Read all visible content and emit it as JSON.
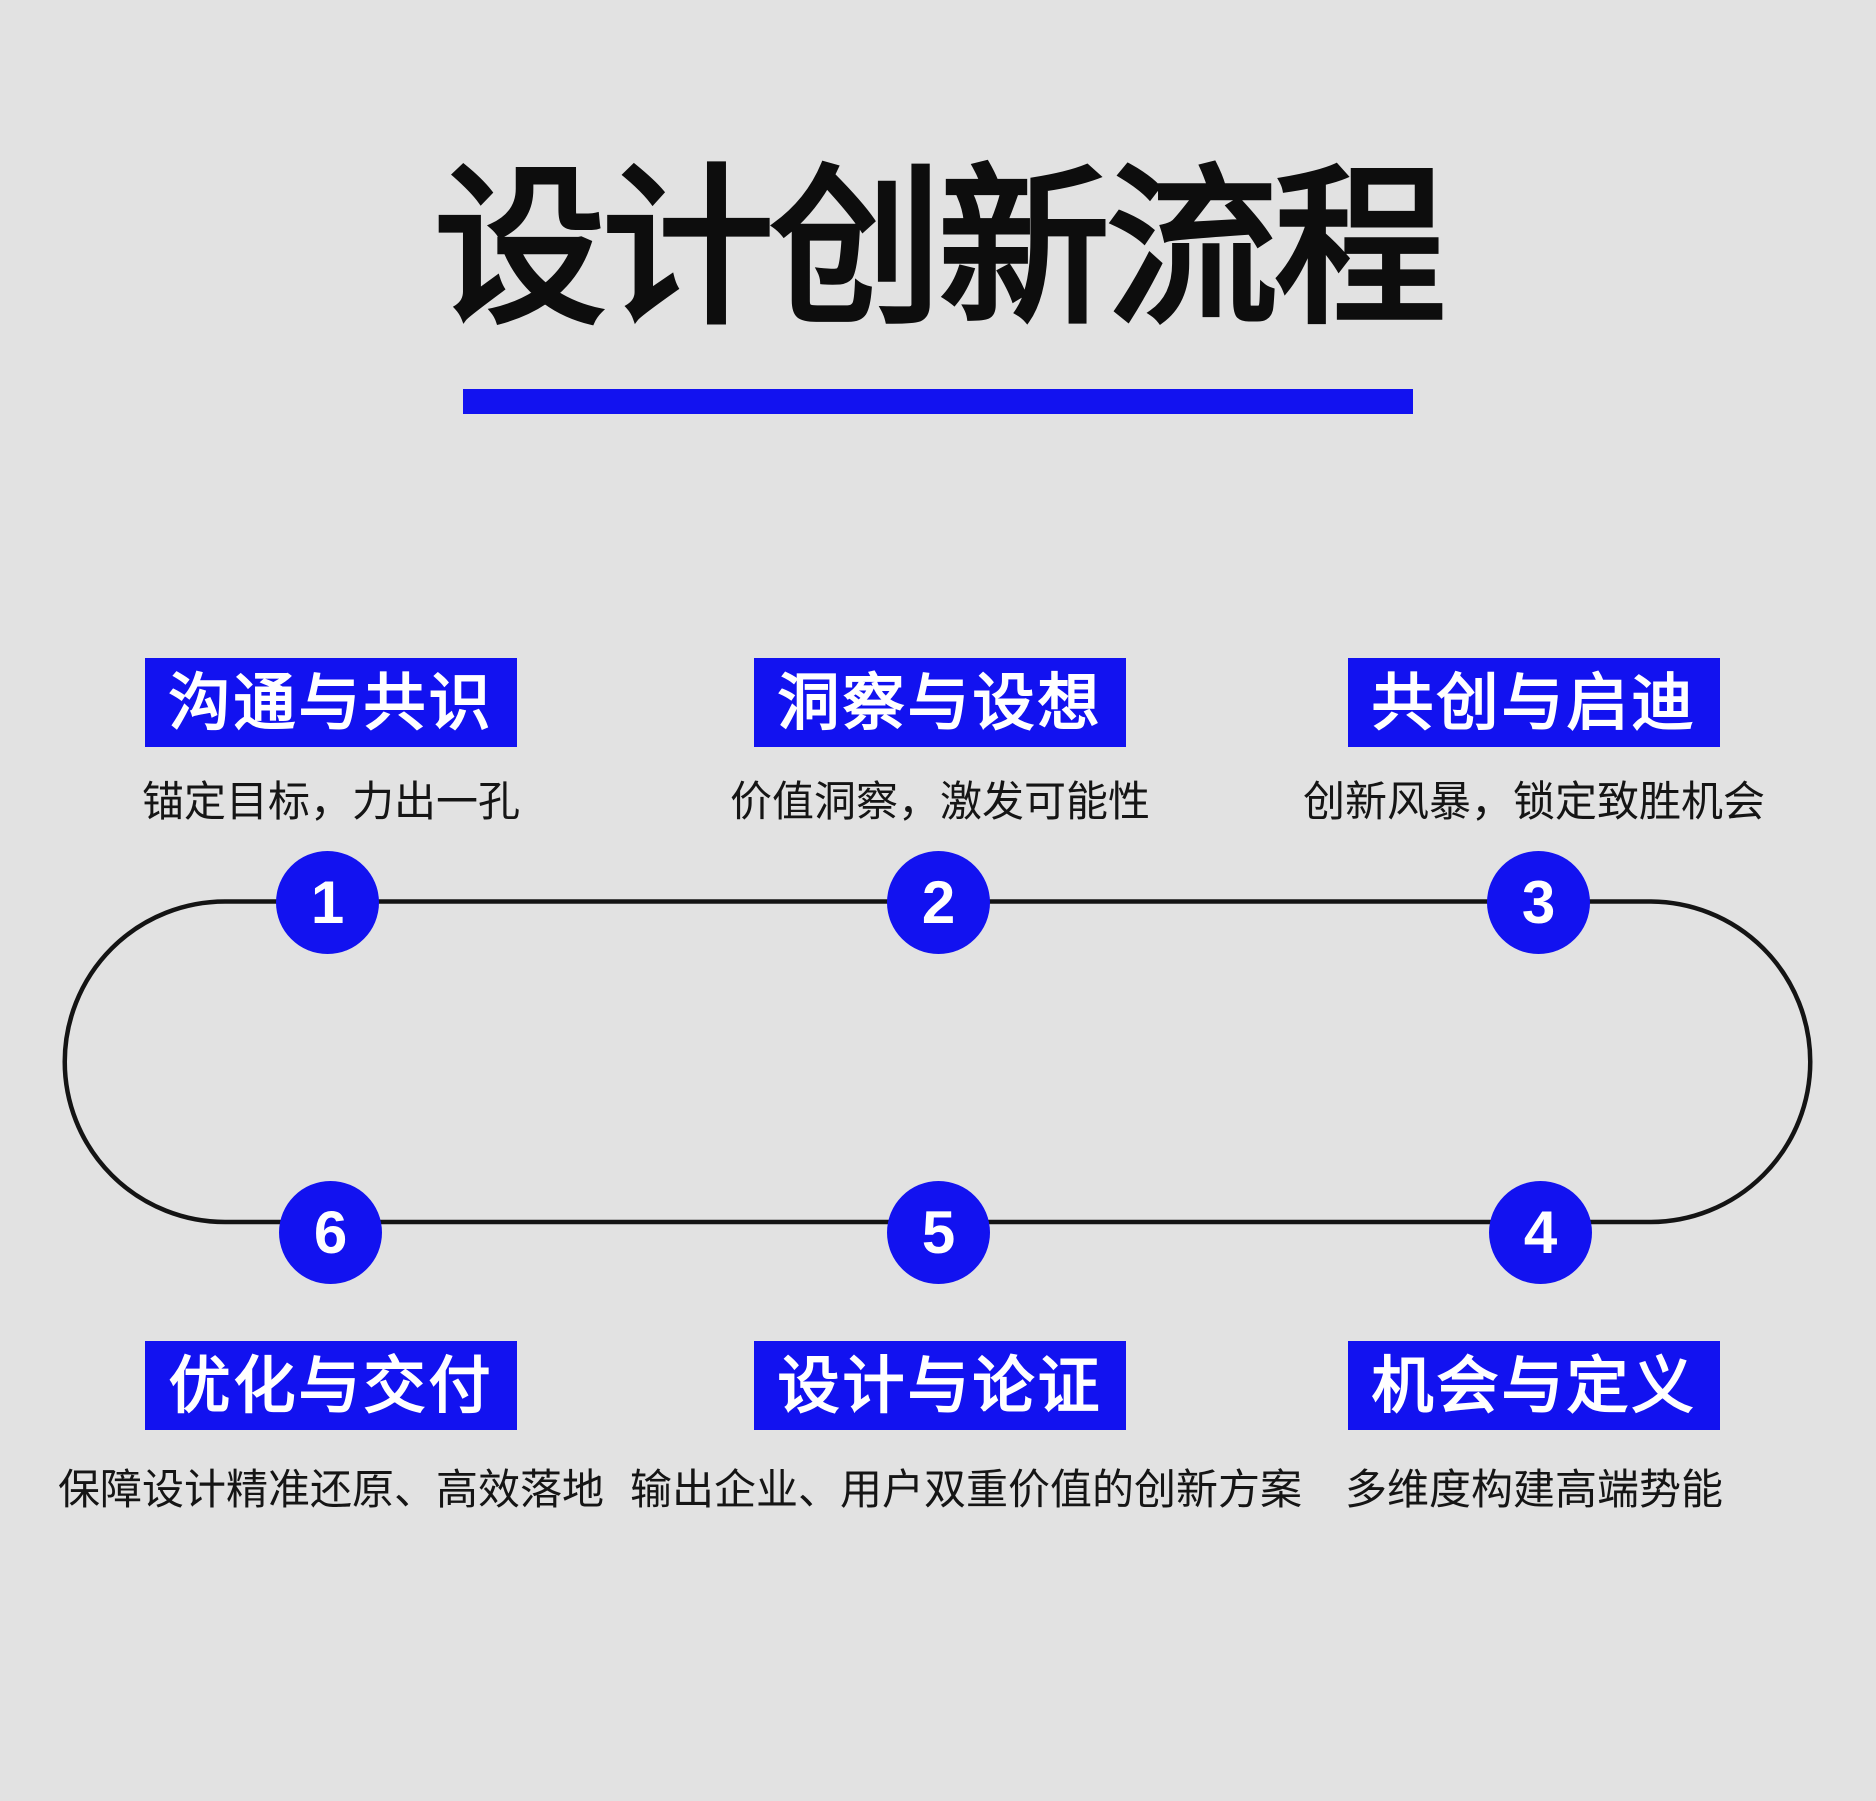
{
  "title": {
    "text": "设计创新流程"
  },
  "steps": [
    {
      "number": "1",
      "label": "沟通与共识",
      "description": "锚定目标，力出一孔"
    },
    {
      "number": "2",
      "label": "洞察与设想",
      "description": "价值洞察，激发可能性"
    },
    {
      "number": "3",
      "label": "共创与启迪",
      "description": "创新风暴，锁定致胜机会"
    },
    {
      "number": "4",
      "label": "机会与定义",
      "description": "多维度构建高端势能"
    },
    {
      "number": "5",
      "label": "设计与论证",
      "description": "输出企业、用户双重价值的创新方案"
    },
    {
      "number": "6",
      "label": "优化与交付",
      "description": "保障设计精准还原、高效落地"
    }
  ],
  "colors": {
    "accent": "#1212f0",
    "page_background": "#e2e2e2",
    "title_text": "#0d0d0d",
    "loop_line": "#141414",
    "step_label_text": "#ffffff",
    "description_text": "#151515"
  }
}
